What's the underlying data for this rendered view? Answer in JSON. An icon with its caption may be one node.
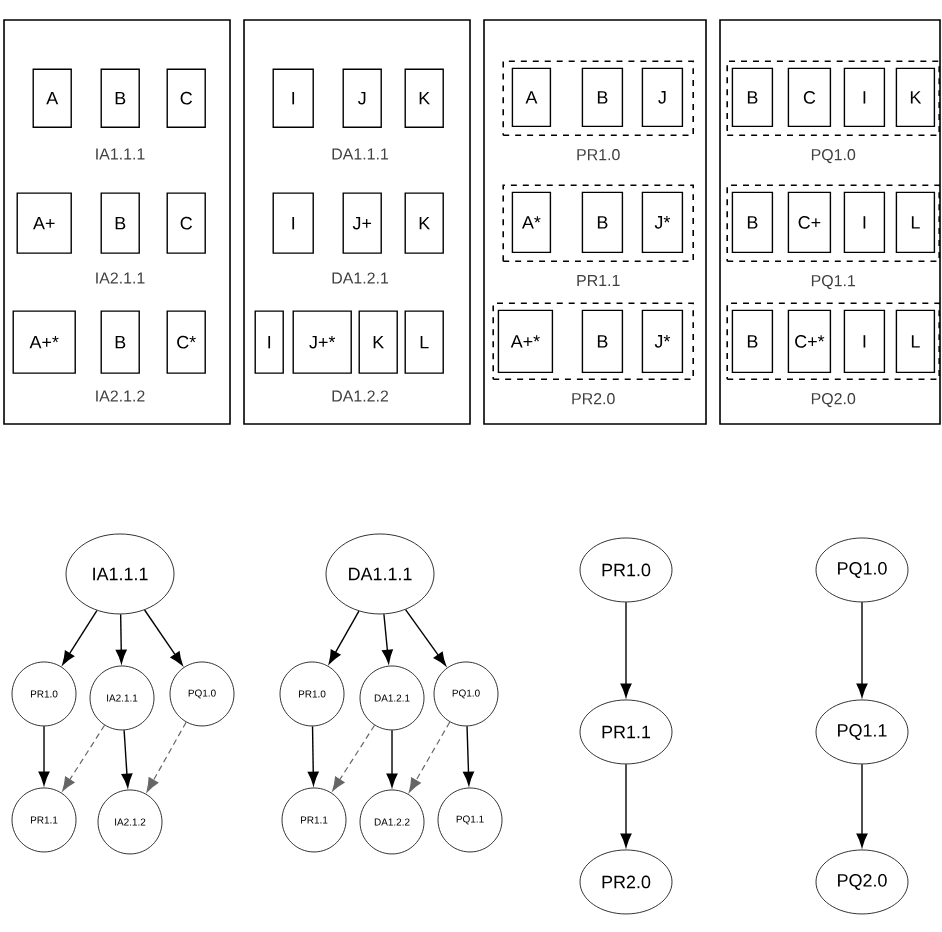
{
  "diagram": {
    "nodes": [
      {
        "text": [],
        "shape": "box"
      },
      {
        "text": [
          "A"
        ],
        "in": 0
      },
      {
        "text": [
          "B"
        ],
        "in": 0
      },
      {
        "text": [
          "C"
        ],
        "in": 0
      },
      {
        "text": [
          "A+"
        ],
        "in": 0
      },
      {
        "text": [
          "B"
        ],
        "in": 0
      },
      {
        "text": [
          "C"
        ],
        "in": 0
      },
      {
        "text": [
          "A+*"
        ],
        "in": 0
      },
      {
        "text": [
          "B"
        ],
        "in": 0
      },
      {
        "text": [
          "C*"
        ],
        "in": 0
      },
      {
        "text": [],
        "shape": "box"
      },
      {
        "text": [
          "I"
        ],
        "in": 10
      },
      {
        "text": [
          "J"
        ],
        "in": 10
      },
      {
        "text": [
          "K"
        ],
        "in": 10
      },
      {
        "text": [
          "I"
        ],
        "in": 10
      },
      {
        "text": [
          "J+"
        ],
        "in": 10
      },
      {
        "text": [
          "K"
        ],
        "in": 10
      },
      {
        "text": [
          "I"
        ],
        "in": 10
      },
      {
        "text": [
          "J+*"
        ],
        "in": 10
      },
      {
        "text": [
          "K"
        ],
        "in": 10
      },
      {
        "text": [
          "L"
        ],
        "in": 10
      },
      {
        "text": [],
        "shape": "box"
      },
      {
        "text": [
          "PR1.0"
        ],
        "in": 21
      },
      {
        "text": [
          "A"
        ],
        "in": 22
      },
      {
        "text": [
          "B"
        ],
        "in": 22
      },
      {
        "text": [
          "J"
        ],
        "in": 22
      },
      {
        "text": [
          "PR1.1"
        ],
        "in": 21
      },
      {
        "text": [
          "A*"
        ],
        "in": 26
      },
      {
        "text": [
          "B"
        ],
        "in": 26
      },
      {
        "text": [
          "J*"
        ],
        "in": 26
      },
      {
        "text": [
          "PR2.0"
        ],
        "in": 21
      },
      {
        "text": [
          "A+*"
        ],
        "in": 30
      },
      {
        "text": [
          "B"
        ],
        "in": 30
      },
      {
        "text": [
          "J*"
        ],
        "in": 30
      },
      {
        "text": [],
        "shape": "box"
      },
      {
        "text": [
          "PQ1.0"
        ],
        "in": 34
      },
      {
        "text": [
          "B"
        ],
        "in": 35
      },
      {
        "text": [
          "C"
        ],
        "in": 35
      },
      {
        "text": [
          "I"
        ],
        "in": 35
      },
      {
        "text": [
          "K"
        ],
        "in": 35
      },
      {
        "text": [
          "PQ1.1"
        ],
        "in": 34
      },
      {
        "text": [
          "B"
        ],
        "in": 40
      },
      {
        "text": [
          "C+"
        ],
        "in": 40
      },
      {
        "text": [
          "I"
        ],
        "in": 40
      },
      {
        "text": [
          "L"
        ],
        "in": 40
      },
      {
        "text": [
          "PQ2.0"
        ],
        "in": 34
      },
      {
        "text": [
          "B"
        ],
        "in": 45
      },
      {
        "text": [
          "C+*"
        ],
        "in": 45
      },
      {
        "text": [
          "I"
        ],
        "in": 45
      },
      {
        "text": [
          "L"
        ],
        "in": 45
      },
      {
        "text": [
          "IA1.1.1"
        ]
      },
      {
        "text": [
          "PR1.0"
        ]
      },
      {
        "text": [
          "IA2.1.1"
        ]
      },
      {
        "text": [
          "PQ1.0"
        ]
      },
      {
        "text": [
          "PR1.1"
        ]
      },
      {
        "text": [
          "IA2.1.2"
        ]
      },
      {
        "text": [
          "DA1.1.1"
        ]
      },
      {
        "text": [
          "PR1.0"
        ]
      },
      {
        "text": [
          "DA1.2.1"
        ]
      },
      {
        "text": [
          "PQ1.0"
        ]
      },
      {
        "text": [
          "PR1.1"
        ]
      },
      {
        "text": [
          "DA1.2.2"
        ]
      },
      {
        "text": [
          "PQ1.1"
        ]
      },
      {
        "text": [
          "PR1.0"
        ]
      },
      {
        "text": [
          "PR1.1"
        ]
      },
      {
        "text": [
          "PR2.0"
        ]
      },
      {
        "text": [
          "PQ1.0"
        ]
      },
      {
        "text": [
          "PQ1.1"
        ]
      },
      {
        "text": [
          "PQ2.0"
        ]
      }
    ],
    "edges": [
      {
        "from": 50,
        "to": 51,
        "arrow": "to"
      },
      {
        "from": 50,
        "to": 52,
        "arrow": "to"
      },
      {
        "from": 50,
        "to": 53,
        "arrow": "to"
      },
      {
        "from": 51,
        "to": 54,
        "arrow": "to"
      },
      {
        "from": 52,
        "to": 55,
        "arrow": "to"
      },
      {
        "from": 52,
        "to": 54,
        "arrow": "to",
        "style": "dashed",
        "color": "#666666"
      },
      {
        "from": 53,
        "to": 55,
        "arrow": "to",
        "style": "dashed",
        "color": "#666666"
      },
      {
        "from": 56,
        "to": 57,
        "arrow": "to"
      },
      {
        "from": 56,
        "to": 58,
        "arrow": "to"
      },
      {
        "from": 56,
        "to": 59,
        "arrow": "to"
      },
      {
        "from": 57,
        "to": 60,
        "arrow": "to"
      },
      {
        "from": 58,
        "to": 61,
        "arrow": "to"
      },
      {
        "from": 59,
        "to": 62,
        "arrow": "to"
      },
      {
        "from": 58,
        "to": 60,
        "arrow": "to",
        "style": "dashed",
        "color": "#666666"
      },
      {
        "from": 59,
        "to": 61,
        "arrow": "to",
        "style": "dashed",
        "color": "#666666"
      },
      {
        "from": 63,
        "to": 64,
        "arrow": "to"
      },
      {
        "from": 64,
        "to": 65,
        "arrow": "to"
      },
      {
        "from": 66,
        "to": 67,
        "arrow": "to"
      },
      {
        "from": 67,
        "to": 68,
        "arrow": "to"
      }
    ],
    "labels": [
      "IA1.1.1",
      "IA2.1.1",
      "IA2.1.2",
      "DA1.1.1",
      "DA1.2.1",
      "DA1.2.2"
    ]
  }
}
